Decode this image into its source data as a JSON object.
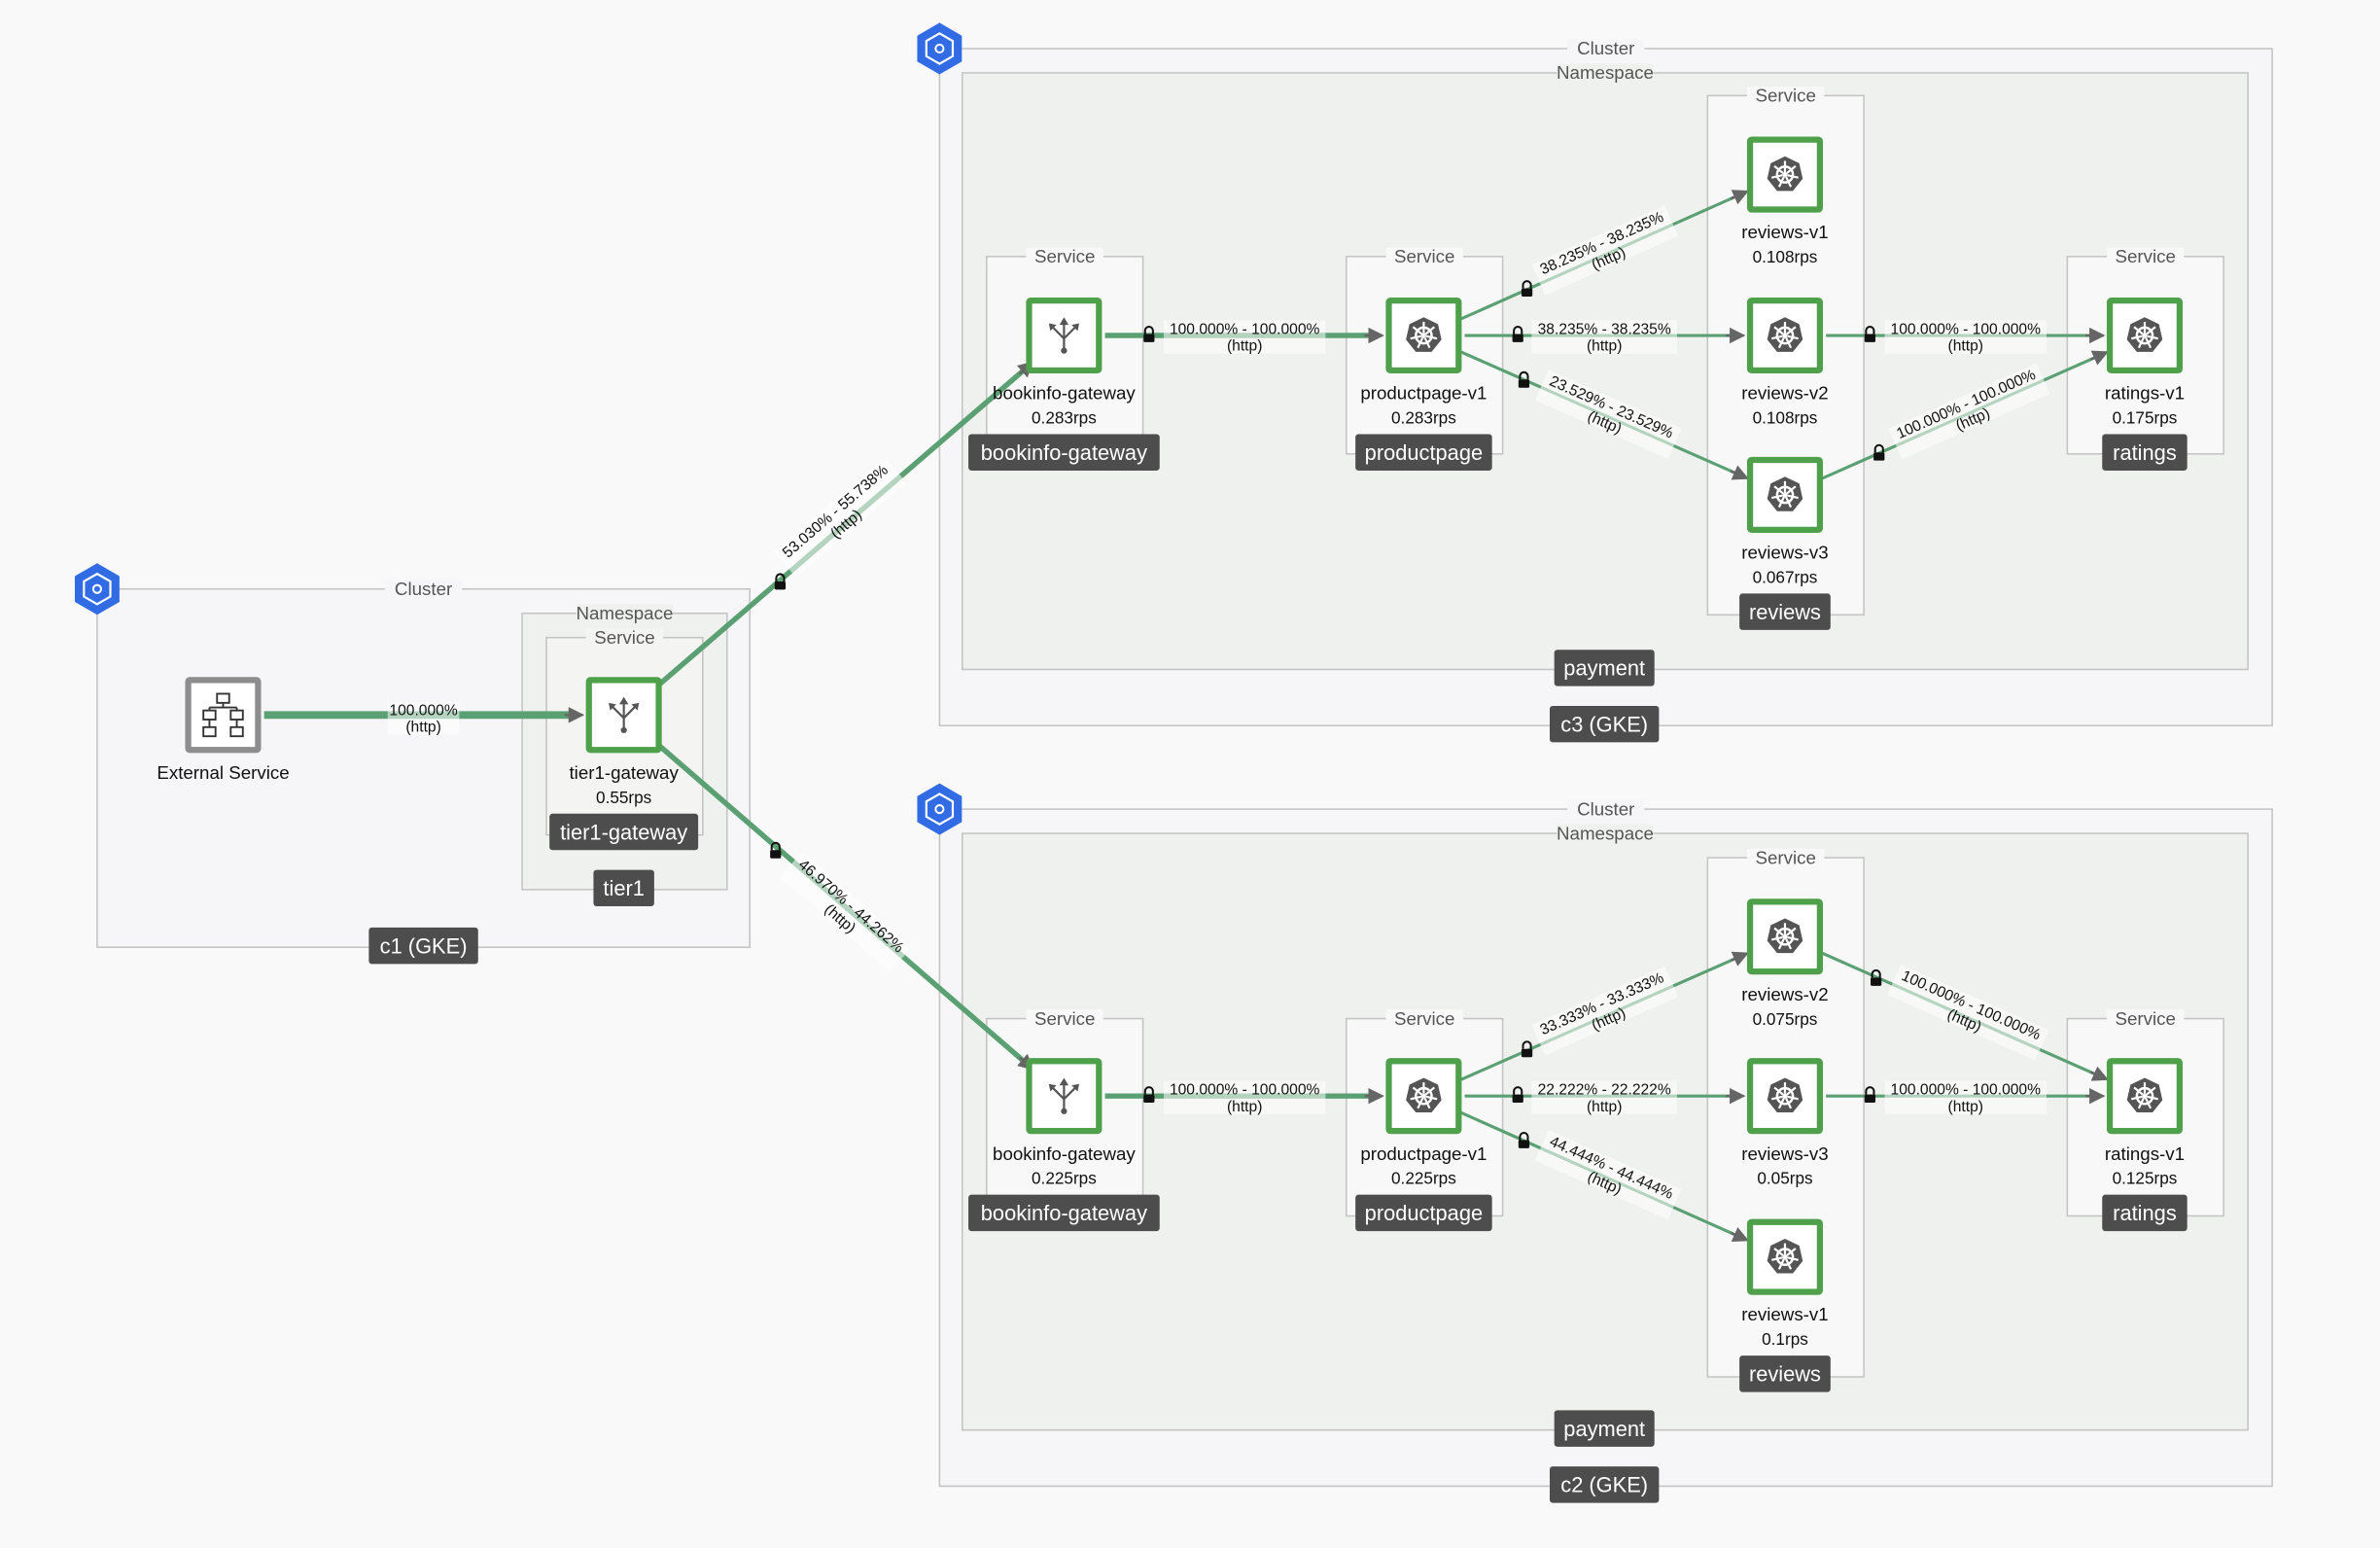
{
  "clusters": [
    {
      "label": "Cluster",
      "name": "c1 (GKE)"
    },
    {
      "label": "Cluster",
      "name": "c3 (GKE)"
    },
    {
      "label": "Cluster",
      "name": "c2 (GKE)"
    }
  ],
  "namespaces": [
    {
      "label": "Namespace",
      "name": "tier1"
    },
    {
      "label": "Namespace",
      "name": "payment"
    },
    {
      "label": "Namespace",
      "name": "payment"
    }
  ],
  "services": [
    {
      "label": "Service",
      "name": "tier1-gateway"
    },
    {
      "label": "Service",
      "name": "bookinfo-gateway"
    },
    {
      "label": "Service",
      "name": "productpage"
    },
    {
      "label": "Service",
      "name": "reviews"
    },
    {
      "label": "Service",
      "name": "ratings"
    },
    {
      "label": "Service",
      "name": "bookinfo-gateway"
    },
    {
      "label": "Service",
      "name": "productpage"
    },
    {
      "label": "Service",
      "name": "reviews"
    },
    {
      "label": "Service",
      "name": "ratings"
    }
  ],
  "nodes": [
    {
      "name": "External Service",
      "rps": "",
      "icon": "external-service-icon"
    },
    {
      "name": "tier1-gateway",
      "rps": "0.55rps",
      "icon": "gateway-icon"
    },
    {
      "name": "bookinfo-gateway",
      "rps": "0.283rps",
      "icon": "gateway-icon"
    },
    {
      "name": "productpage-v1",
      "rps": "0.283rps",
      "icon": "kubernetes-icon"
    },
    {
      "name": "reviews-v1",
      "rps": "0.108rps",
      "icon": "kubernetes-icon"
    },
    {
      "name": "reviews-v2",
      "rps": "0.108rps",
      "icon": "kubernetes-icon"
    },
    {
      "name": "reviews-v3",
      "rps": "0.067rps",
      "icon": "kubernetes-icon"
    },
    {
      "name": "ratings-v1",
      "rps": "0.175rps",
      "icon": "kubernetes-icon"
    },
    {
      "name": "bookinfo-gateway",
      "rps": "0.225rps",
      "icon": "gateway-icon"
    },
    {
      "name": "productpage-v1",
      "rps": "0.225rps",
      "icon": "kubernetes-icon"
    },
    {
      "name": "reviews-v2",
      "rps": "0.075rps",
      "icon": "kubernetes-icon"
    },
    {
      "name": "reviews-v3",
      "rps": "0.05rps",
      "icon": "kubernetes-icon"
    },
    {
      "name": "reviews-v1",
      "rps": "0.1rps",
      "icon": "kubernetes-icon"
    },
    {
      "name": "ratings-v1",
      "rps": "0.125rps",
      "icon": "kubernetes-icon"
    }
  ],
  "edges": [
    {
      "pct": "100.000%",
      "proto": "(http)"
    },
    {
      "pct": "53.030% - 55.738%",
      "proto": "(http)"
    },
    {
      "pct": "46.970% - 44.262%",
      "proto": "(http)"
    },
    {
      "pct": "100.000% - 100.000%",
      "proto": "(http)"
    },
    {
      "pct": "38.235% - 38.235%",
      "proto": "(http)"
    },
    {
      "pct": "38.235% - 38.235%",
      "proto": "(http)"
    },
    {
      "pct": "23.529% - 23.529%",
      "proto": "(http)"
    },
    {
      "pct": "100.000% - 100.000%",
      "proto": "(http)"
    },
    {
      "pct": "100.000% - 100.000%",
      "proto": "(http)"
    },
    {
      "pct": "100.000% - 100.000%",
      "proto": "(http)"
    },
    {
      "pct": "33.333% - 33.333%",
      "proto": "(http)"
    },
    {
      "pct": "22.222% - 22.222%",
      "proto": "(http)"
    },
    {
      "pct": "44.444% - 44.444%",
      "proto": "(http)"
    },
    {
      "pct": "100.000% - 100.000%",
      "proto": "(http)"
    },
    {
      "pct": "100.000% - 100.000%",
      "proto": "(http)"
    }
  ],
  "colors": {
    "edge": "#5ba073",
    "node_border": "#4ea14a",
    "tag_bg": "#4d4d4d",
    "cluster_badge": "#326ce5",
    "namespace_fill": "#eff1ee"
  }
}
